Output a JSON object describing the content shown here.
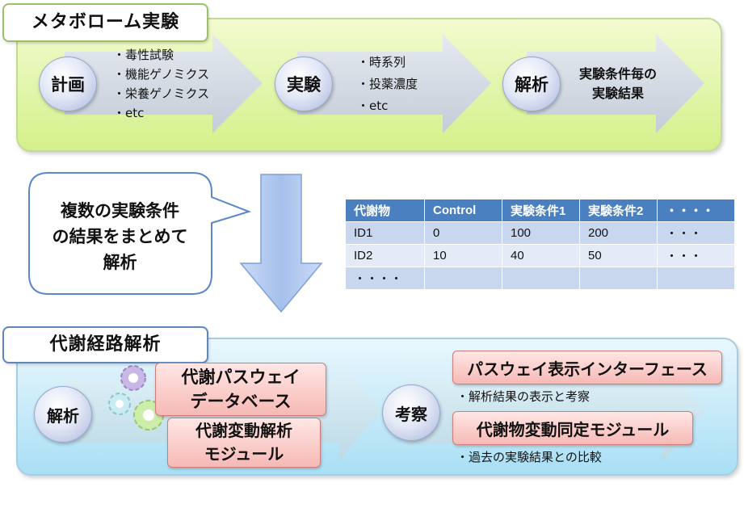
{
  "top": {
    "title": "メタボローム実験",
    "step1": {
      "label": "計画",
      "bullets": [
        "・毒性試験",
        "・機能ゲノミクス",
        "・栄養ゲノミクス",
        "・etc"
      ]
    },
    "step2": {
      "label": "実験",
      "bullets": [
        "・時系列",
        "・投薬濃度",
        "・etc"
      ]
    },
    "step3": {
      "label": "解析",
      "lines": [
        "実験条件毎の",
        "実験結果"
      ]
    }
  },
  "middle": {
    "callout": [
      "複数の実験条件",
      "の結果をまとめて",
      "解析"
    ],
    "table": {
      "headers": [
        "代謝物",
        "Control",
        "実験条件1",
        "実験条件2",
        "・・・・"
      ],
      "rows": [
        [
          "ID1",
          "0",
          "100",
          "200",
          "・・・"
        ],
        [
          "ID2",
          "10",
          "40",
          "50",
          "・・・"
        ],
        [
          "・・・・",
          "",
          "",
          "",
          ""
        ]
      ]
    }
  },
  "bottom": {
    "title": "代謝経路解析",
    "analysis_label": "解析",
    "db_box": [
      "代謝パスウェイ",
      "データベース"
    ],
    "module_box": [
      "代謝変動解析",
      "モジュール"
    ],
    "consider_label": "考察",
    "interface_box": "パスウェイ表示インターフェース",
    "interface_note": "・解析結果の表示と考察",
    "identify_box": "代謝物変動同定モジュール",
    "identify_note": "・過去の実験結果との比較"
  },
  "colors": {
    "top_panel": "#d4f08a",
    "bottom_panel": "#a9dff5",
    "table_header": "#4a7fc0",
    "pink_box": "#f6b9b5",
    "arrow": "#a9c2ea"
  }
}
